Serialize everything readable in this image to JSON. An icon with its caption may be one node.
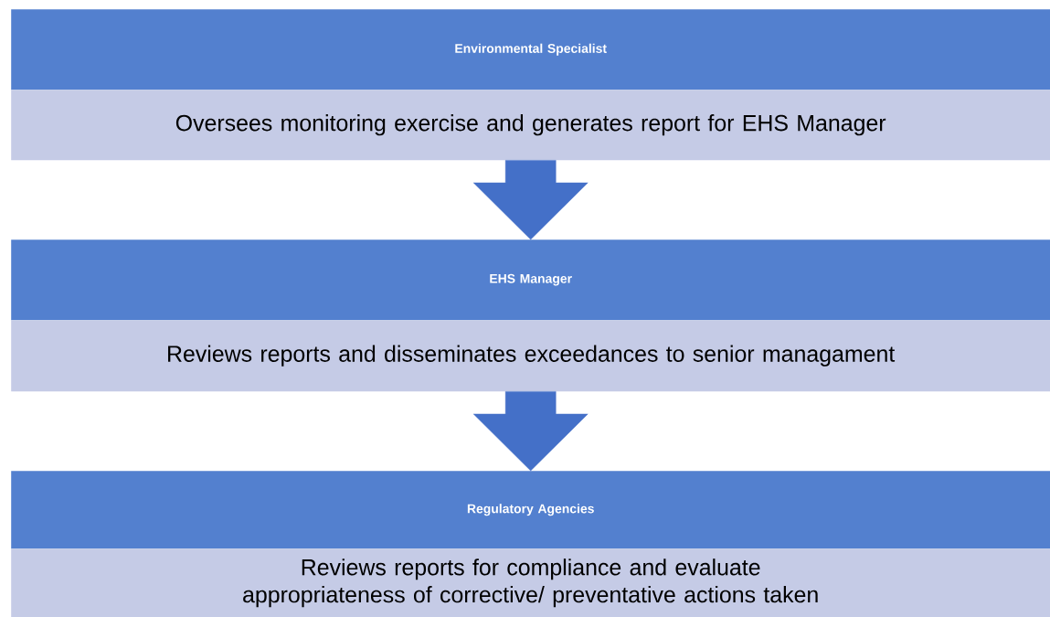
{
  "diagram": {
    "nodes": [
      {
        "text": [
          "Environmental Specialist"
        ]
      },
      {
        "text": [
          "Oversees monitoring exercise and generates report for EHS Manager"
        ]
      },
      {
        "text": [
          "EHS Manager"
        ]
      },
      {
        "text": [
          "Reviews reports and disseminates exceedances to senior managament"
        ]
      },
      {
        "text": [
          "Regulatory Agencies"
        ]
      },
      {
        "text": [
          "Reviews reports for compliance and evaluate appropriateness of corrective/ preventative actions taken"
        ]
      }
    ],
    "edges": [
      {
        "from": 1,
        "to": 2,
        "arrow": "to"
      },
      {
        "from": 3,
        "to": 4,
        "arrow": "to"
      }
    ]
  }
}
